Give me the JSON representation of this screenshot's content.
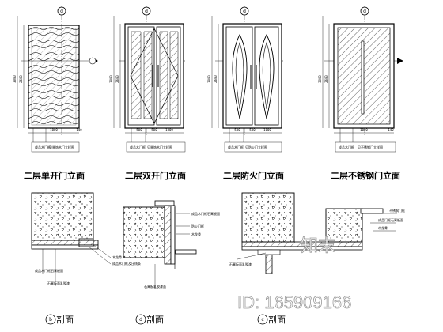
{
  "elevations": [
    {
      "title": "二层单开门立面",
      "axis": "d",
      "overall_dim": "3000",
      "door_dim": "2600",
      "bottom_dims": [
        "1000",
        "140"
      ],
      "notes": [
        "成品木门框",
        "见装饰木门大样图"
      ]
    },
    {
      "title": "二层双开门立面",
      "axis": "d",
      "overall_dim": "3000",
      "door_dim": "2600",
      "bottom_dims": [
        "500",
        "500",
        "1000"
      ],
      "notes": [
        "成品木门框",
        "见装饰木门大样图"
      ]
    },
    {
      "title": "二层防火门立面",
      "axis": "d",
      "overall_dim": "3000",
      "door_dim": "2600",
      "bottom_dims": [
        "500",
        "500",
        "1000"
      ],
      "notes": [
        "成品木门框",
        "见防火门大样图"
      ]
    },
    {
      "title": "二层不锈钢门立面",
      "axis": "d",
      "overall_dim": "3000",
      "door_dim": "2600",
      "bottom_dims": [
        "1000",
        "140"
      ],
      "notes": [
        "成品木门框",
        "见不锈钢门大样图"
      ]
    }
  ],
  "sections": [
    {
      "marker": "b",
      "label": "剖面",
      "notes": [
        "木龙骨",
        "成品木门框及压线条",
        "成品木门框石膏板面",
        "石膏板面乳胶漆"
      ]
    },
    {
      "marker": "d",
      "label": "剖面",
      "notes": [
        "成品木门框石膏板面",
        "防火门框",
        "木龙骨",
        "石膏板乳胶漆面"
      ]
    },
    {
      "marker": "c",
      "label": "剖面",
      "notes": [
        "不锈钢门框",
        "成品门框石膏板面",
        "木龙骨",
        "石膏板面乳胶漆"
      ]
    }
  ],
  "watermark": {
    "logo": "知末",
    "id_text": "ID: 165909166"
  }
}
